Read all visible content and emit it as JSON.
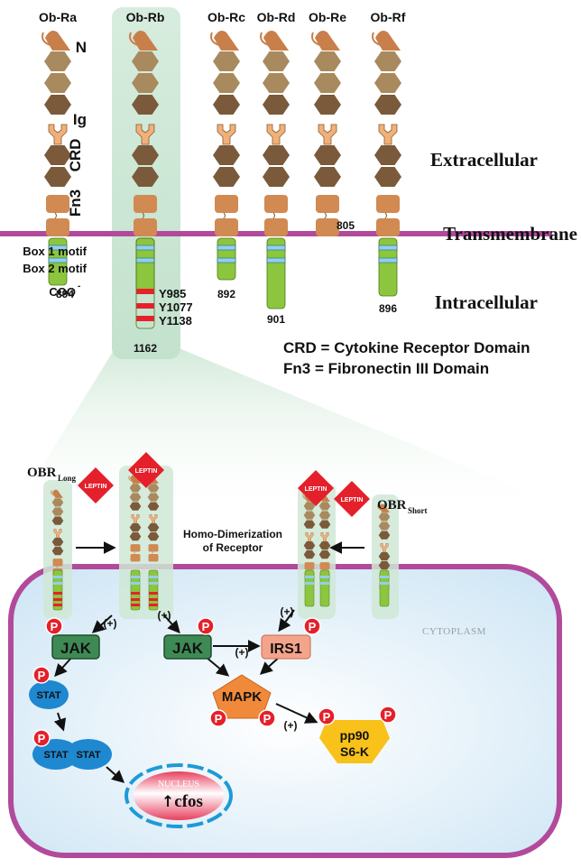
{
  "receptors": [
    {
      "label": "Ob-Ra",
      "end": "894"
    },
    {
      "label": "Ob-Rb",
      "end": "1162"
    },
    {
      "label": "Ob-Rc",
      "end": "892"
    },
    {
      "label": "Ob-Rd",
      "end": "901"
    },
    {
      "label": "Ob-Re",
      "end": "805"
    },
    {
      "label": "Ob-Rf",
      "end": "896"
    }
  ],
  "domains": {
    "n": "N",
    "ig": "Ig",
    "crd": "CRD",
    "fn3": "Fn3",
    "box1": "Box 1 motif",
    "box2": "Box 2 motif",
    "coo": "COO",
    "coo_sup": "-"
  },
  "tyrosines": [
    "Y985",
    "Y1077",
    "Y1138"
  ],
  "regions": {
    "extracellular": "Extracellular",
    "transmembrane": "Transmembrane",
    "intracellular": "Intracellular"
  },
  "legend": {
    "crd": "CRD = Cytokine Receptor Domain",
    "fn3": "Fn3  = Fibronectin III Domain"
  },
  "signaling": {
    "obr_long": "OBR",
    "obr_long_sub": "Long",
    "obr_short": "OBR",
    "obr_short_sub": "Short",
    "leptin": "LEPTIN",
    "dimerization_line1": "Homo-Dimerization",
    "dimerization_line2": "of Receptor",
    "cytoplasm": "CYTOPLASM",
    "plus": "(+)",
    "phospho": "P",
    "jak": "JAK",
    "irs1": "IRS1",
    "stat": "STAT",
    "mapk": "MAPK",
    "pp90_line1": "pp90",
    "pp90_line2": "S6-K",
    "nucleus": "NUCLEUS",
    "arrow_up": "↑",
    "cfos": "cfos"
  },
  "colors": {
    "n_terminus": "#c87f4a",
    "ig_dark": "#7a5a3a",
    "ig_light": "#a88a5e",
    "y_domain": "#f0b07a",
    "fn3": "#d08a52",
    "membrane": "#b24a9c",
    "intracellular_tail": "#8cc63e",
    "box_motif": "#8fd0ee",
    "tyrosine": "#e8202a",
    "highlight": "#cfe8d6",
    "cell_fill": "#e4f2fb",
    "leptin": "#e4202a",
    "jak": "#3e8a55",
    "irs1": "#f4a48a",
    "stat": "#1e88d0",
    "mapk": "#f08a3a",
    "pp90": "#f8c21a",
    "phospho": "#e4202a"
  }
}
